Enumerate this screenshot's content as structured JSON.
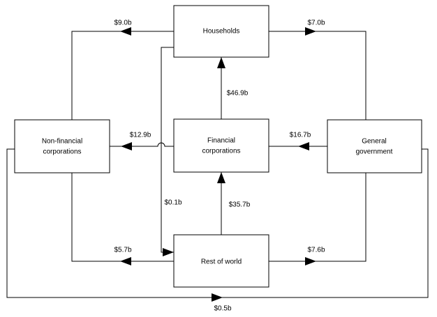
{
  "diagram": {
    "type": "flow-diagram",
    "title": "",
    "currency_unit": "$b",
    "background_color": "#ffffff",
    "line_color": "#000000",
    "nodes": [
      {
        "id": "households",
        "label_line1": "Households",
        "label_line2": ""
      },
      {
        "id": "nonfin",
        "label_line1": "Non-financial",
        "label_line2": "corporations"
      },
      {
        "id": "financial",
        "label_line1": "Financial",
        "label_line2": "corporations"
      },
      {
        "id": "government",
        "label_line1": "General",
        "label_line2": "government"
      },
      {
        "id": "restofworld",
        "label_line1": "Rest of world",
        "label_line2": ""
      }
    ],
    "flows": [
      {
        "id": "hh-to-nonfin",
        "label": "$9.0b",
        "from": "households",
        "to": "nonfin"
      },
      {
        "id": "hh-to-gov",
        "label": "$7.0b",
        "from": "households",
        "to": "government"
      },
      {
        "id": "fin-to-hh",
        "label": "$46.9b",
        "from": "financial",
        "to": "households"
      },
      {
        "id": "fin-to-nonfin",
        "label": "$12.9b",
        "from": "financial",
        "to": "nonfin"
      },
      {
        "id": "gov-to-fin",
        "label": "$16.7b",
        "from": "government",
        "to": "financial"
      },
      {
        "id": "hh-to-row",
        "label": "$0.1b",
        "from": "households",
        "to": "restofworld"
      },
      {
        "id": "row-to-fin",
        "label": "$35.7b",
        "from": "restofworld",
        "to": "financial"
      },
      {
        "id": "row-to-nonfin",
        "label": "$5.7b",
        "from": "restofworld",
        "to": "nonfin"
      },
      {
        "id": "row-to-gov",
        "label": "$7.6b",
        "from": "restofworld",
        "to": "government"
      },
      {
        "id": "gov-to-nonfin",
        "label": "$0.5b",
        "from": "government",
        "to": "nonfin"
      }
    ]
  }
}
